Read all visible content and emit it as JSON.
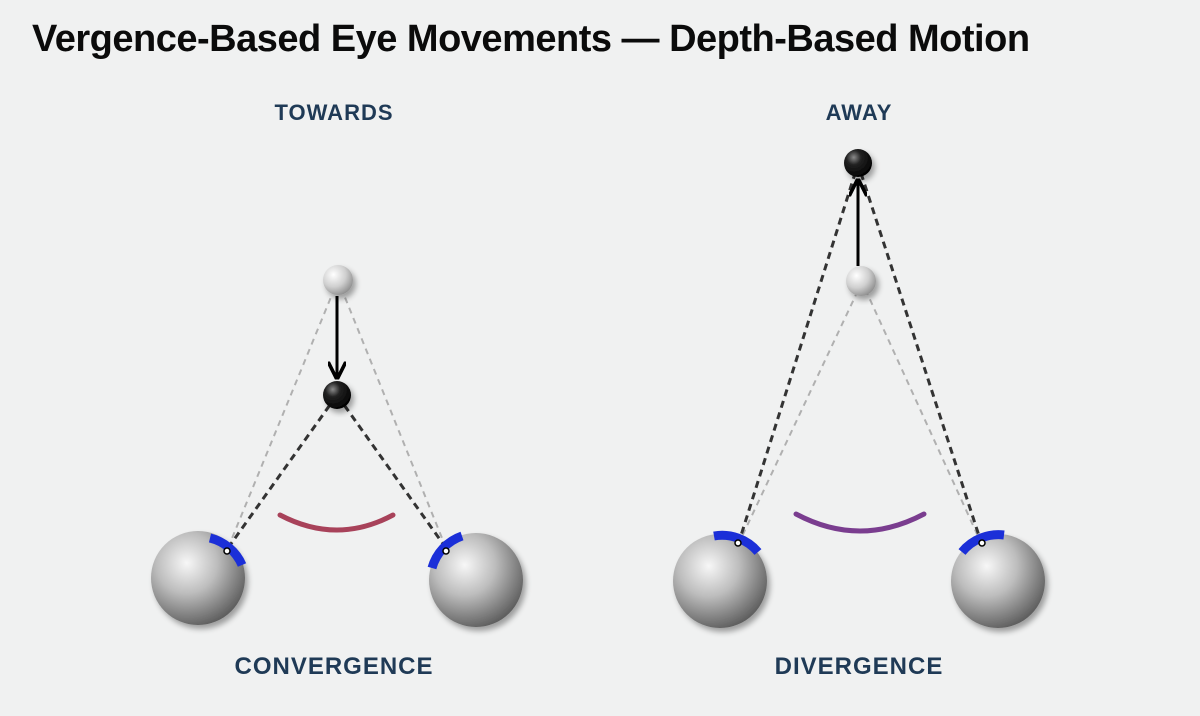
{
  "title": "Vergence-Based Eye Movements — Depth-Based Motion",
  "colors": {
    "label": "#1f3a56",
    "convergence_arc": "#a8425a",
    "divergence_arc": "#7a3d8f",
    "pupil": "#1b2fd8",
    "target_near_dark": "#111111",
    "target_light": "#d0d0d0"
  },
  "panels": [
    {
      "direction_label": "TOWARDS",
      "movement_label": "CONVERGENCE",
      "arrow_direction": "down"
    },
    {
      "direction_label": "AWAY",
      "movement_label": "DIVERGENCE",
      "arrow_direction": "up"
    }
  ]
}
